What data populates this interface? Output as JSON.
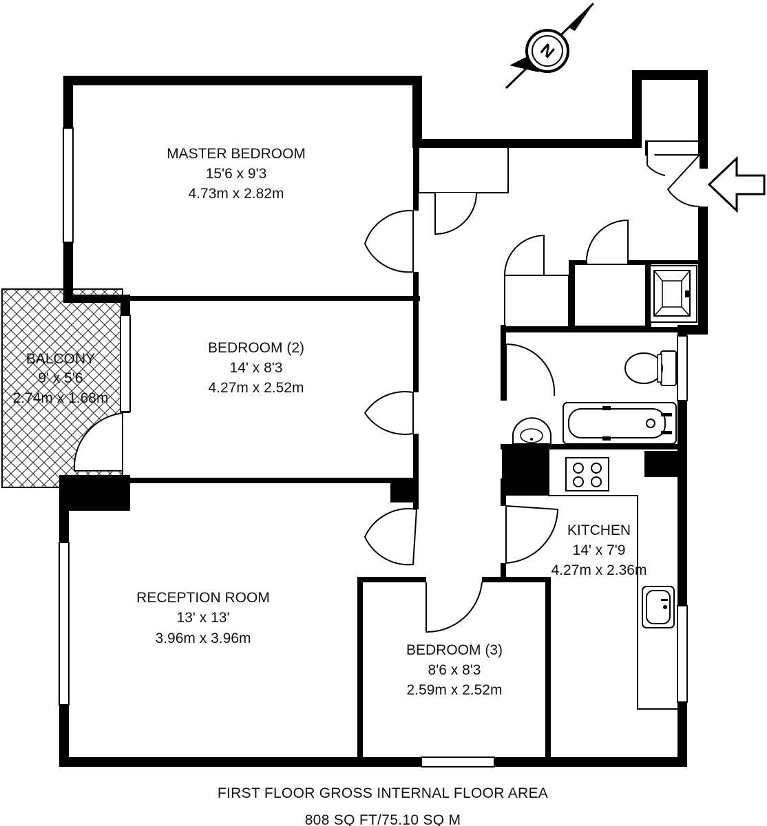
{
  "rooms": {
    "master": {
      "name": "MASTER BEDROOM",
      "imperial": "15'6 x 9'3",
      "metric": "4.73m x 2.82m"
    },
    "bedroom2": {
      "name": "BEDROOM (2)",
      "imperial": "14' x 8'3",
      "metric": "4.27m x 2.52m"
    },
    "balcony": {
      "name": "BALCONY",
      "imperial": "9' x 5'6",
      "metric": "2.74m x 1.68m"
    },
    "reception": {
      "name": "RECEPTION ROOM",
      "imperial": "13' x 13'",
      "metric": "3.96m x 3.96m"
    },
    "bedroom3": {
      "name": "BEDROOM (3)",
      "imperial": "8'6 x 8'3",
      "metric": "2.59m x 2.52m"
    },
    "kitchen": {
      "name": "KITCHEN",
      "imperial": "14' x 7'9",
      "metric": "4.27m x 2.36m"
    }
  },
  "compass": {
    "letter": "N"
  },
  "footer": {
    "line1": "FIRST FLOOR GROSS INTERNAL FLOOR AREA",
    "line2": "808 SQ FT/75.10 SQ M"
  },
  "colors": {
    "wall": "#000000",
    "background": "#ffffff"
  }
}
